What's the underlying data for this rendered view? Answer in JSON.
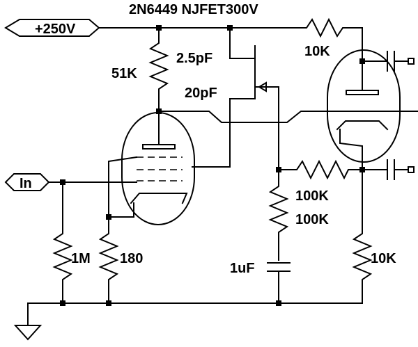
{
  "title": "2N6449 NJFET300V",
  "ports": {
    "supply": "+250V",
    "input": "In"
  },
  "labels": {
    "r_plate": "51K",
    "c_small": "2.5pF",
    "c_gate": "20pF",
    "r_top_right": "10K",
    "r_mid": "100K",
    "r_lower": "100K",
    "c_bypass": "1uF",
    "r_grid": "1M",
    "r_cathode": "180",
    "r_load": "10K"
  }
}
